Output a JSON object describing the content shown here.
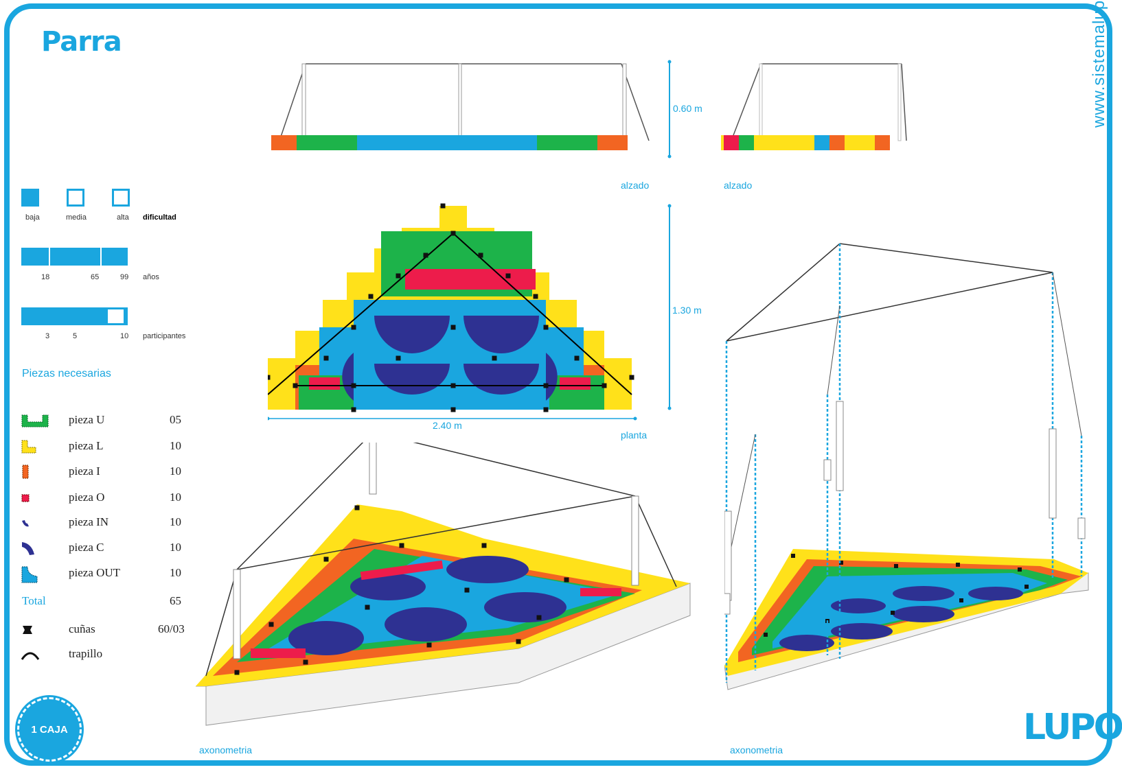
{
  "header": {
    "title": "Parra",
    "website": "www.sistemalupo.com"
  },
  "difficulty": {
    "label": "dificultad",
    "levels": [
      "baja",
      "media",
      "alta"
    ],
    "selected": "baja"
  },
  "ages": {
    "label": "años",
    "ticks": [
      "18",
      "65",
      "99"
    ]
  },
  "participants": {
    "label": "participantes",
    "ticks": [
      "3",
      "5",
      "10"
    ],
    "value": 10
  },
  "pieces": {
    "heading": "Piezas necesarias",
    "items": [
      {
        "name": "pieza U",
        "count": "05",
        "icon": "piece-u-icon",
        "color": "#1db34a"
      },
      {
        "name": "pieza L",
        "count": "10",
        "icon": "piece-l-icon",
        "color": "#ffe11a"
      },
      {
        "name": "pieza I",
        "count": "10",
        "icon": "piece-i-icon",
        "color": "#f26522"
      },
      {
        "name": "pieza O",
        "count": "10",
        "icon": "piece-o-icon",
        "color": "#ed1c4b"
      },
      {
        "name": "pieza IN",
        "count": "10",
        "icon": "piece-in-icon",
        "color": "#2e3192"
      },
      {
        "name": "pieza C",
        "count": "10",
        "icon": "piece-c-icon",
        "color": "#2e3192"
      },
      {
        "name": "pieza OUT",
        "count": "10",
        "icon": "piece-out-icon",
        "color": "#1aa6df"
      }
    ],
    "total_label": "Total",
    "total_value": "65",
    "extras": [
      {
        "name": "cuñas",
        "count": "60/03",
        "icon": "wedge-icon"
      },
      {
        "name": "trapillo",
        "count": "",
        "icon": "cord-icon"
      }
    ]
  },
  "drawings": {
    "elevation_front_label": "alzado",
    "elevation_side_label": "alzado",
    "plan_label": "planta",
    "axo_left_label": "axonometria",
    "axo_right_label": "axonometria",
    "height_dim": "0.60 m",
    "depth_dim": "1.30 m",
    "width_dim": "2.40 m"
  },
  "badge": {
    "label": "1 CAJA"
  },
  "logo": {
    "text": "LUPO"
  },
  "colors": {
    "blue": "#1aa6df",
    "green": "#1db34a",
    "yellow": "#ffe11a",
    "orange": "#f26522",
    "red": "#ed1c4b",
    "navy": "#2e3192"
  }
}
